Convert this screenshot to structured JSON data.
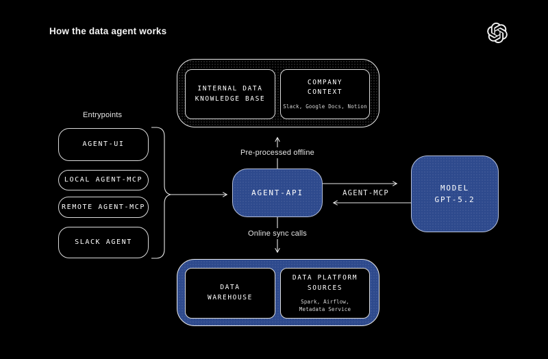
{
  "colors": {
    "bg": "#000000",
    "blue": "#2e4a8d",
    "line": "#e8e8e8"
  },
  "header": {
    "title": "How the data agent works",
    "logo": "openai-logo"
  },
  "entrypoints": {
    "label": "Entrypoints",
    "items": [
      "AGENT-UI",
      "LOCAL AGENT-MCP",
      "REMOTE AGENT-MCP",
      "SLACK AGENT"
    ]
  },
  "knowledge_container": {
    "boxes": [
      {
        "title_lines": [
          "INTERNAL DATA",
          "KNOWLEDGE BASE"
        ]
      },
      {
        "title_lines": [
          "COMPANY",
          "CONTEXT"
        ],
        "subtitle": "Slack, Google Docs, Notion"
      }
    ]
  },
  "agent_api": {
    "label": "AGENT-API"
  },
  "model": {
    "title_lines": [
      "MODEL",
      "GPT-5.2"
    ]
  },
  "data_container": {
    "boxes": [
      {
        "title_lines": [
          "DATA",
          "WAREHOUSE"
        ]
      },
      {
        "title_lines": [
          "DATA PLATFORM",
          "SOURCES"
        ],
        "subtitle_lines": [
          "Spark, Airflow,",
          "Metadata Service"
        ]
      }
    ]
  },
  "flows": {
    "up_label": "Pre-processed offline",
    "down_label": "Online sync calls",
    "right_label": "AGENT-MCP"
  }
}
